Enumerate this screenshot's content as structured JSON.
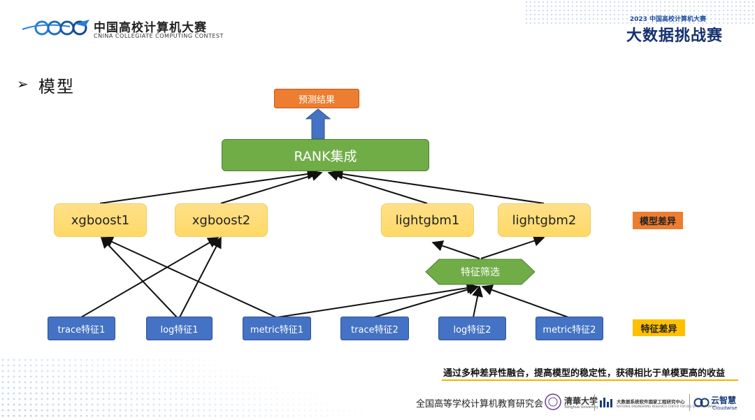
{
  "header": {
    "logo_cn": "中国高校计算机大赛",
    "logo_en": "CNINA COLLEGIATE COMPUTING CONTEST",
    "brand_sub": "2023 中国高校计算机大赛",
    "brand_main": "大数据挑战赛"
  },
  "section": {
    "bullet": "➢",
    "title": "模型"
  },
  "diagram": {
    "result": "预测结果",
    "ensemble": "RANK集成",
    "models": [
      "xgboost1",
      "xgboost2",
      "lightgbm1",
      "lightgbm2"
    ],
    "filter": "特征筛选",
    "features": [
      "trace特征1",
      "log特征1",
      "metric特征1",
      "trace特征2",
      "log特征2",
      "metric特征2"
    ],
    "tag_model": "模型差异",
    "tag_feature": "特征差异"
  },
  "conclusion": "通过多种差异性融合，提高模型的稳定性，获得相比于单模更高的收益",
  "footer": {
    "association": "全国高等学校计算机教育研究会",
    "tsinghua": "清華大学",
    "tsinghua_en": "Tsinghua University",
    "center": "大数据系统软件国家工程研究中心",
    "center_en": "NATIONAL ENGINEERING RESEARCH CENTER FOR BIG DATA SOFTWARE",
    "cloud": "云智慧",
    "cloud_en": "Cloudwise"
  },
  "colors": {
    "result": "#ed7d31",
    "ensemble": "#70ad47",
    "model": "#ffd966",
    "feature": "#4472c4",
    "filter": "#70ad47",
    "arrow": "#111111",
    "up_arrow": "#4472c4"
  }
}
